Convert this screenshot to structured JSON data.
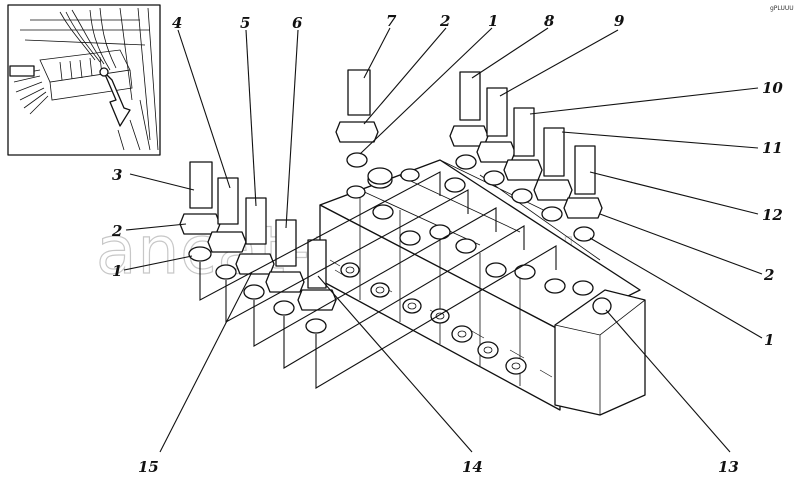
{
  "figure": {
    "callouts": [
      {
        "id": "c7",
        "text": "7"
      },
      {
        "id": "c2a",
        "text": "2"
      },
      {
        "id": "c1a",
        "text": "1"
      },
      {
        "id": "c8",
        "text": "8"
      },
      {
        "id": "c9",
        "text": "9"
      },
      {
        "id": "c4",
        "text": "4"
      },
      {
        "id": "c5",
        "text": "5"
      },
      {
        "id": "c6",
        "text": "6"
      },
      {
        "id": "c10",
        "text": "10"
      },
      {
        "id": "c11",
        "text": "11"
      },
      {
        "id": "c12",
        "text": "12"
      },
      {
        "id": "c3",
        "text": "3"
      },
      {
        "id": "c2b",
        "text": "2"
      },
      {
        "id": "c1b",
        "text": "1"
      },
      {
        "id": "c2c",
        "text": "2"
      },
      {
        "id": "c1c",
        "text": "1"
      },
      {
        "id": "c15",
        "text": "15"
      },
      {
        "id": "c14",
        "text": "14"
      },
      {
        "id": "c13",
        "text": "13"
      }
    ],
    "watermark": "ancat-parts.ru",
    "corner_mark": "gPLUUU"
  }
}
